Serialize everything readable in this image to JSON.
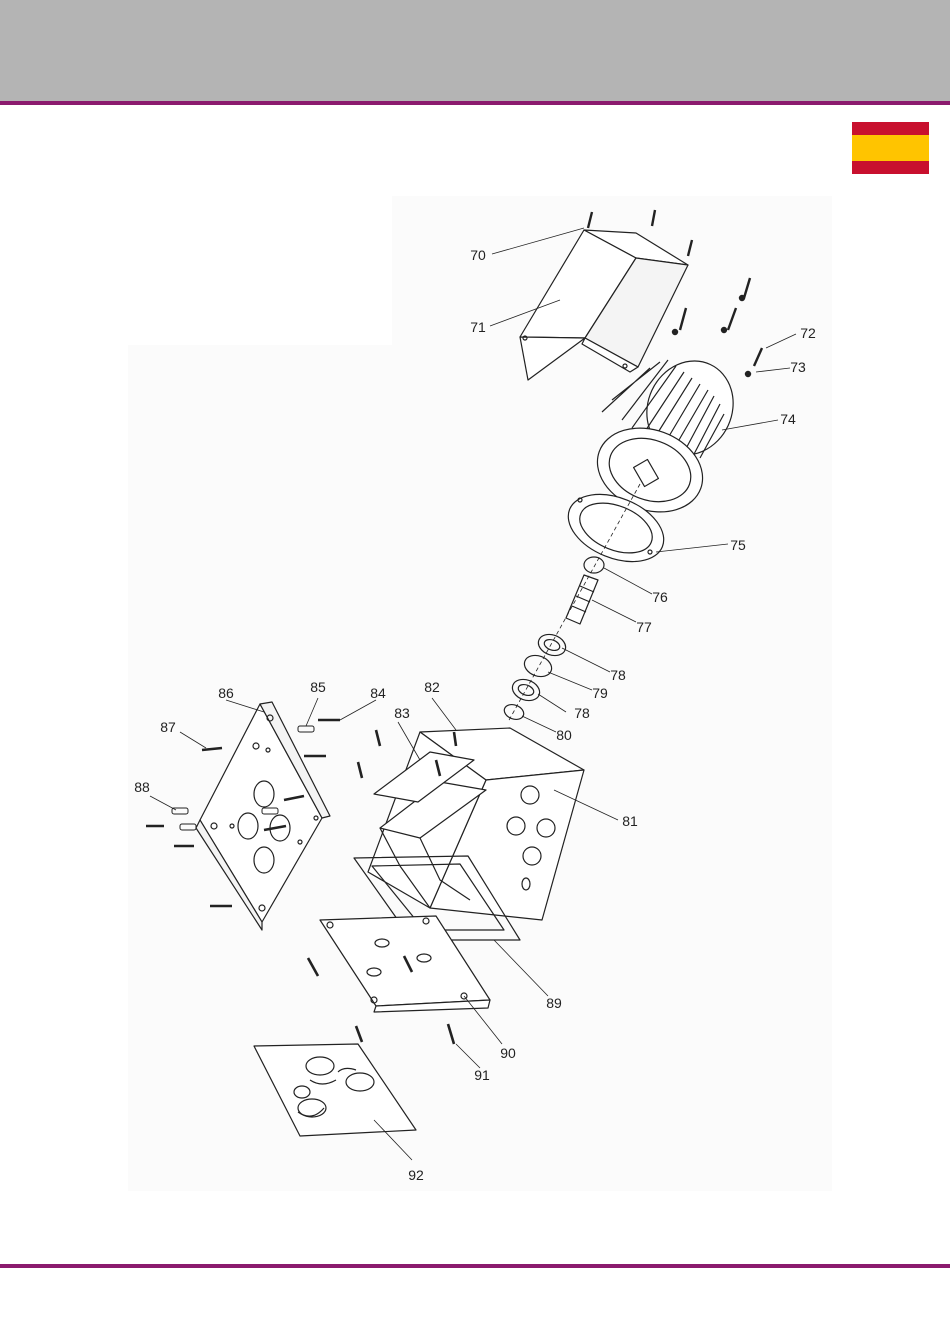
{
  "colors": {
    "header_band": "#b4b4b4",
    "rule": "#8b1a6e",
    "flag_red": "#c8102e",
    "flag_yellow": "#ffc400",
    "line": "#222222"
  },
  "flag": {
    "country": "spain-flag-icon"
  },
  "diagram": {
    "labels": [
      "70",
      "71",
      "72",
      "73",
      "74",
      "75",
      "76",
      "77",
      "78",
      "79",
      "78",
      "80",
      "81",
      "82",
      "83",
      "84",
      "85",
      "86",
      "87",
      "88",
      "89",
      "90",
      "91",
      "92"
    ]
  }
}
